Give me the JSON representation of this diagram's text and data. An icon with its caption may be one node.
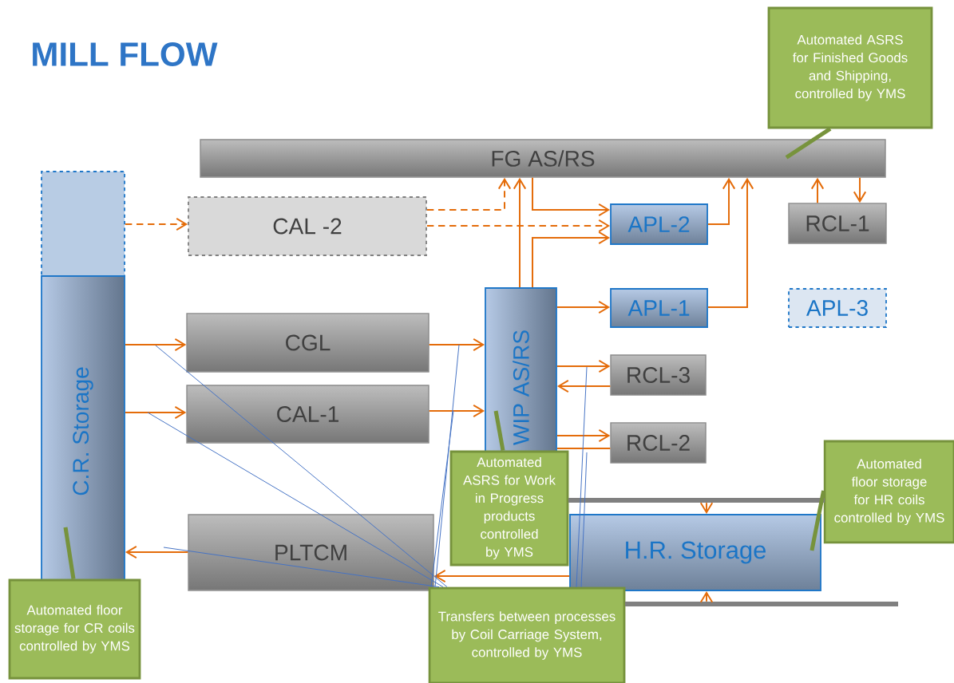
{
  "diagram": {
    "title": "MILL FLOW",
    "nodes": [
      {
        "text": [
          "Automated ASRS for Finished Goods and Shipping, controlled by YMS"
        ]
      },
      {
        "text": [
          "FG AS/RS"
        ]
      },
      {
        "text": [],
        "shape": "box"
      },
      {
        "text": [
          "CAL -2"
        ]
      },
      {
        "text": [
          "APL-2"
        ]
      },
      {
        "text": [
          "RCL-1"
        ]
      },
      {
        "text": [
          "C.R. Storage"
        ]
      },
      {
        "text": [
          "WIP AS/RS"
        ]
      },
      {
        "text": [
          "APL-1"
        ]
      },
      {
        "text": [
          "APL-3"
        ]
      },
      {
        "text": [
          "CGL"
        ]
      },
      {
        "text": [
          "RCL-3"
        ]
      },
      {
        "text": [
          "CAL-1"
        ]
      },
      {
        "text": [
          "RCL-2"
        ]
      },
      {
        "text": [
          "Automated floor storage for HR coils controlled by YMS"
        ]
      },
      {
        "text": [
          "Automated ASRS for Work in Progress products controlled by YMS"
        ]
      },
      {
        "text": [],
        "shape": "bar"
      },
      {
        "text": [
          "PLTCM"
        ]
      },
      {
        "text": [
          "H.R. Storage"
        ]
      },
      {
        "text": [
          "Automated floor storage for CR coils controlled by YMS"
        ]
      },
      {
        "text": [
          "Transfers between processes by Coil Carriage System, controlled by YMS"
        ]
      },
      {
        "text": [],
        "shape": "bar"
      }
    ],
    "edges": [
      {
        "from": 2,
        "to": 3,
        "arrow": "to",
        "style": "dashed"
      },
      {
        "from": 3,
        "to": 1,
        "arrow": "to",
        "style": "dashed"
      },
      {
        "from": 3,
        "to": 4,
        "arrow": "to",
        "style": "dashed"
      },
      {
        "from": 7,
        "to": 1,
        "arrow": "to"
      },
      {
        "from": 1,
        "to": 4,
        "arrow": "to"
      },
      {
        "from": 7,
        "to": 4,
        "arrow": "to"
      },
      {
        "from": 4,
        "to": 1,
        "arrow": "to"
      },
      {
        "from": 8,
        "to": 1,
        "arrow": "to"
      },
      {
        "from": 5,
        "to": 1,
        "arrow": "to"
      },
      {
        "from": 1,
        "to": 5,
        "arrow": "to"
      },
      {
        "from": 7,
        "to": 8,
        "arrow": "to"
      },
      {
        "from": 6,
        "to": 10,
        "arrow": "to"
      },
      {
        "from": 6,
        "to": 12,
        "arrow": "to"
      },
      {
        "from": 10,
        "to": 7,
        "arrow": "to"
      },
      {
        "from": 12,
        "to": 7,
        "arrow": "to"
      },
      {
        "from": 7,
        "to": 11,
        "arrow": "to"
      },
      {
        "from": 11,
        "to": 7,
        "arrow": "to"
      },
      {
        "from": 7,
        "to": 13,
        "arrow": "to"
      },
      {
        "from": 13,
        "to": 7,
        "arrow": "none"
      },
      {
        "from": 17,
        "to": 6,
        "arrow": "to"
      },
      {
        "from": 18,
        "to": 17,
        "arrow": "to"
      },
      {
        "from": 16,
        "to": 18,
        "arrow": "to"
      },
      {
        "from": 21,
        "to": 18,
        "arrow": "to"
      },
      {
        "from": 0,
        "to": 1,
        "arrow": "none",
        "style": "thick",
        "color": "#77933c"
      },
      {
        "from": 15,
        "to": 7,
        "arrow": "none",
        "style": "thick",
        "color": "#77933c"
      },
      {
        "from": 14,
        "to": 18,
        "arrow": "none",
        "style": "thick",
        "color": "#77933c"
      },
      {
        "from": 19,
        "to": 6,
        "arrow": "none",
        "style": "thick",
        "color": "#77933c"
      },
      {
        "from": 20,
        "to": null,
        "arrow": "none",
        "color": "#4472c4"
      },
      {
        "from": 20,
        "to": null,
        "arrow": "none",
        "color": "#4472c4"
      },
      {
        "from": 20,
        "to": null,
        "arrow": "none",
        "color": "#4472c4"
      },
      {
        "from": 20,
        "to": null,
        "arrow": "none",
        "color": "#4472c4"
      },
      {
        "from": 20,
        "to": null,
        "arrow": "none",
        "color": "#4472c4"
      },
      {
        "from": 20,
        "to": null,
        "arrow": "none",
        "color": "#4472c4"
      },
      {
        "from": 20,
        "to": null,
        "arrow": "none",
        "color": "#4472c4"
      }
    ]
  }
}
